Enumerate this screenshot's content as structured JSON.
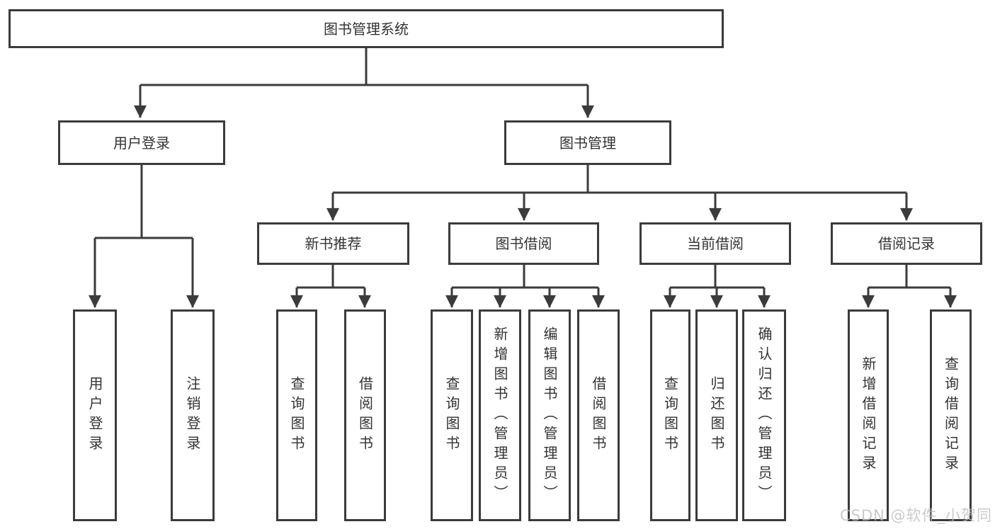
{
  "colors": {
    "box_border": "#3b3b3b",
    "box_fill": "#ffffff",
    "line": "#3b3b3b",
    "text": "#333333",
    "watermark": "#bdbdbd"
  },
  "watermark": {
    "text": "CSDN @软件_小贺同学"
  },
  "diagram": {
    "type": "hierarchy-tree",
    "title": "图书管理系统",
    "nodes": {
      "root": {
        "label": "图书管理系统",
        "children": [
          "user-login",
          "book-management"
        ]
      },
      "user-login": {
        "label": "用户登录",
        "children": [
          "leaf-user-login",
          "leaf-logout"
        ]
      },
      "book-management": {
        "label": "图书管理",
        "children": [
          "new-book-recommend",
          "book-borrowing",
          "current-borrowing",
          "borrow-records"
        ]
      },
      "new-book-recommend": {
        "label": "新书推荐",
        "children": [
          "nbr-query-books",
          "nbr-borrow-books"
        ]
      },
      "book-borrowing": {
        "label": "图书借阅",
        "children": [
          "bb-query-books",
          "bb-add-books",
          "bb-edit-books",
          "bb-borrow-books"
        ]
      },
      "current-borrowing": {
        "label": "当前借阅",
        "children": [
          "cb-query-books",
          "cb-return-books",
          "cb-confirm-return"
        ]
      },
      "borrow-records": {
        "label": "借阅记录",
        "children": [
          "br-add-record",
          "br-query-record"
        ]
      },
      "leaf-user-login": {
        "label": "用户登录"
      },
      "leaf-logout": {
        "label": "注销登录"
      },
      "nbr-query-books": {
        "label": "查询图书"
      },
      "nbr-borrow-books": {
        "label": "借阅图书"
      },
      "bb-query-books": {
        "label": "查询图书"
      },
      "bb-add-books": {
        "label": "新增图书（管理员）"
      },
      "bb-edit-books": {
        "label": "编辑图书（管理员）"
      },
      "bb-borrow-books": {
        "label": "借阅图书"
      },
      "cb-query-books": {
        "label": "查询图书"
      },
      "cb-return-books": {
        "label": "归还图书"
      },
      "cb-confirm-return": {
        "label": "确认归还（管理员）"
      },
      "br-add-record": {
        "label": "新增借阅记录"
      },
      "br-query-record": {
        "label": "查询借阅记录"
      }
    }
  }
}
